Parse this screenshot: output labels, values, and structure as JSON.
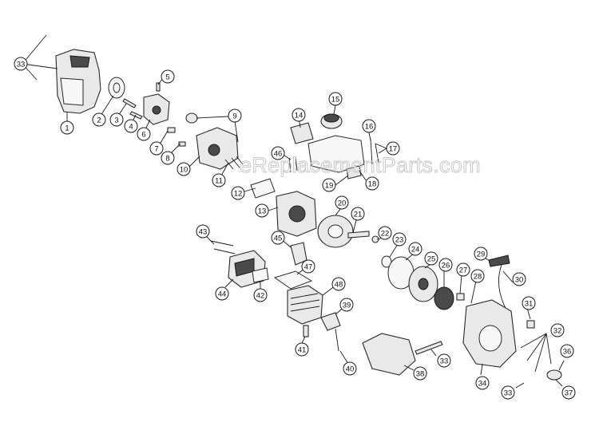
{
  "watermark": "eReplacementParts.com",
  "callouts": [
    {
      "label": "1"
    },
    {
      "label": "2"
    },
    {
      "label": "3"
    },
    {
      "label": "4"
    },
    {
      "label": "5"
    },
    {
      "label": "6"
    },
    {
      "label": "7"
    },
    {
      "label": "8"
    },
    {
      "label": "9"
    },
    {
      "label": "10"
    },
    {
      "label": "11"
    },
    {
      "label": "12"
    },
    {
      "label": "13"
    },
    {
      "label": "14"
    },
    {
      "label": "15"
    },
    {
      "label": "16"
    },
    {
      "label": "17"
    },
    {
      "label": "18"
    },
    {
      "label": "19"
    },
    {
      "label": "20"
    },
    {
      "label": "21"
    },
    {
      "label": "22"
    },
    {
      "label": "23"
    },
    {
      "label": "24"
    },
    {
      "label": "25"
    },
    {
      "label": "26"
    },
    {
      "label": "27"
    },
    {
      "label": "28"
    },
    {
      "label": "29"
    },
    {
      "label": "30"
    },
    {
      "label": "31"
    },
    {
      "label": "32"
    },
    {
      "label": "33"
    },
    {
      "label": "33"
    },
    {
      "label": "33"
    },
    {
      "label": "34"
    },
    {
      "label": "36"
    },
    {
      "label": "37"
    },
    {
      "label": "38"
    },
    {
      "label": "39"
    },
    {
      "label": "40"
    },
    {
      "label": "41"
    },
    {
      "label": "42"
    },
    {
      "label": "43"
    },
    {
      "label": "44"
    },
    {
      "label": "45"
    },
    {
      "label": "46"
    },
    {
      "label": "47"
    },
    {
      "label": "48"
    }
  ]
}
